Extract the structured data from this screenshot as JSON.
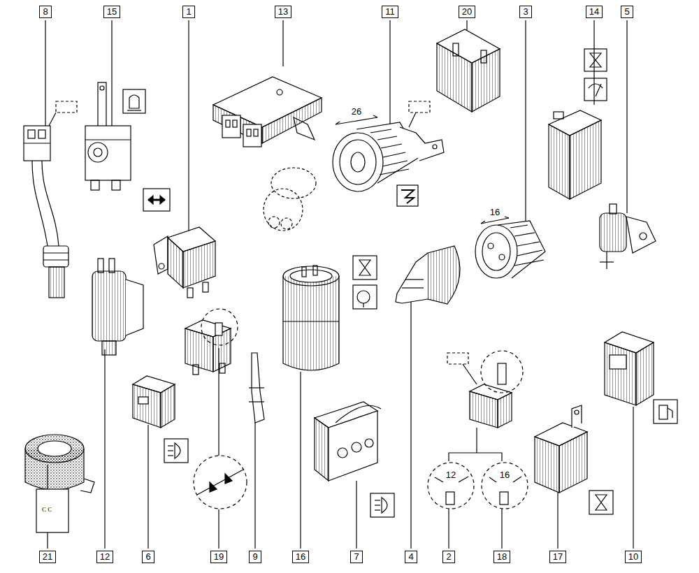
{
  "diagram": {
    "labels": [
      "8",
      "15",
      "1",
      "13",
      "11",
      "20",
      "3",
      "14",
      "5",
      "26",
      "16",
      "12",
      "16",
      "21",
      "12",
      "6",
      "19",
      "9",
      "16",
      "7",
      "4",
      "2",
      "18",
      "17",
      "10"
    ]
  }
}
